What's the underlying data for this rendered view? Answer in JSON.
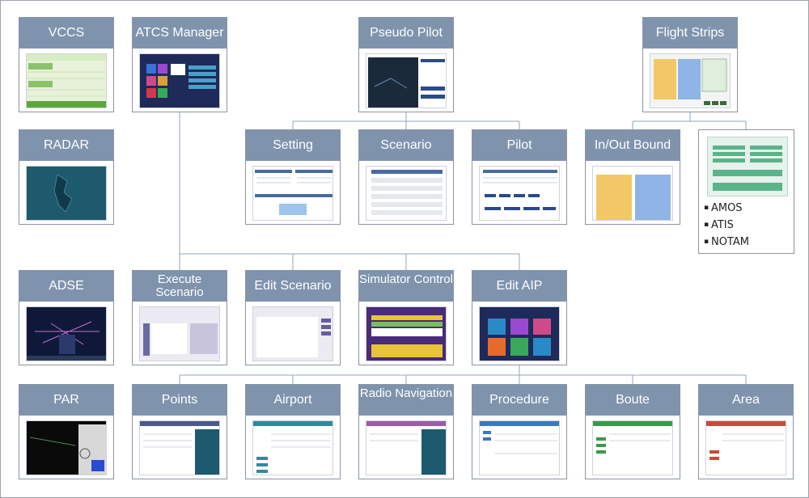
{
  "cards": {
    "vccs": "VCCS",
    "atcs_manager": "ATCS Manager",
    "pseudo_pilot": "Pseudo Pilot",
    "flight_strips": "Flight Strips",
    "radar": "RADAR",
    "setting": "Setting",
    "scenario": "Scenario",
    "pilot": "Pilot",
    "in_out_bound": "In/Out Bound",
    "adse": "ADSE",
    "execute_scenario": "Execute Scenario",
    "edit_scenario": "Edit Scenario",
    "simulator_control": "Simulator Control",
    "edit_aip": "Edit AIP",
    "par": "PAR",
    "points": "Points",
    "airport": "Airport",
    "radio_navigation": "Radio Navigation",
    "procedure": "Procedure",
    "boute": "Boute",
    "area": "Area"
  },
  "bullets": [
    "AMOS",
    "ATIS",
    "NOTAM"
  ],
  "colors": {
    "header": "#7f93ad",
    "connector": "#8fa5bd",
    "points": "#4a5a8a",
    "airport": "#2f8a9a",
    "radio_navigation": "#a05aa8",
    "procedure": "#3a7abf",
    "boute": "#3a9a4a",
    "area": "#c84a3a"
  }
}
